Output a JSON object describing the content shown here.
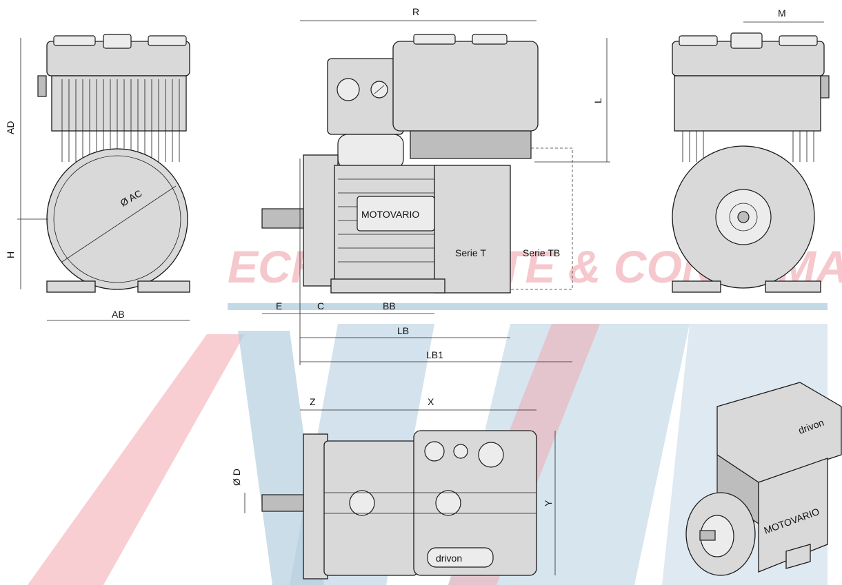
{
  "watermark": {
    "text": "ECHIPAMENTE & CONSUMABILE",
    "red": "#e8505f",
    "blue": "#8fb7d3"
  },
  "dimensions": {
    "R": "R",
    "M": "M",
    "L": "L",
    "AD": "AD",
    "H": "H",
    "AB": "AB",
    "AC": "Ø AC",
    "E": "E",
    "C": "C",
    "BB": "BB",
    "LB": "LB",
    "LB1": "LB1",
    "Z": "Z",
    "X": "X",
    "Y": "Y",
    "D": "Ø D"
  },
  "labels": {
    "serie_t": "Serie T",
    "serie_tb": "Serie TB",
    "nameplate": "MOTOVARIO",
    "drivon": "drivon",
    "iso_brand": "MOTOVARIO",
    "iso_drivon": "drivon"
  }
}
